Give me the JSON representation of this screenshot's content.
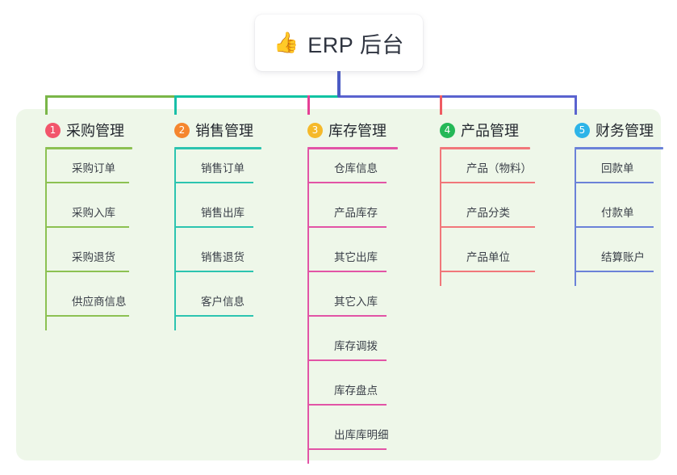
{
  "root": {
    "icon": "thumbs-up-emoji",
    "emoji": "👍",
    "title": "ERP 后台"
  },
  "panel": {
    "background": "#eef7e9"
  },
  "colors": {
    "root_stem": "#4b5bc4",
    "bus_left": "#7ab648",
    "bus_mid": "#10c3a3",
    "bus_right": "#5a63cf"
  },
  "columns": [
    {
      "number": "1",
      "title": "采购管理",
      "badge_color": "#f2556b",
      "line_color": "#8cc152",
      "drop_color": "#7ab648",
      "items": [
        "采购订单",
        "采购入库",
        "采购退货",
        "供应商信息"
      ]
    },
    {
      "number": "2",
      "title": "销售管理",
      "badge_color": "#f5862e",
      "line_color": "#2cc4b0",
      "drop_color": "#18bfa8",
      "items": [
        "销售订单",
        "销售出库",
        "销售退货",
        "客户信息"
      ]
    },
    {
      "number": "3",
      "title": "库存管理",
      "badge_color": "#f5b92a",
      "line_color": "#e254a6",
      "drop_color": "#e63f96",
      "items": [
        "仓库信息",
        "产品库存",
        "其它出库",
        "其它入库",
        "库存调拨",
        "库存盘点",
        "出库库明细"
      ]
    },
    {
      "number": "4",
      "title": "产品管理",
      "badge_color": "#24b857",
      "line_color": "#f1777a",
      "drop_color": "#ef5b62",
      "items": [
        "产品（物料）",
        "产品分类",
        "产品单位"
      ]
    },
    {
      "number": "5",
      "title": "财务管理",
      "badge_color": "#2db4e8",
      "line_color": "#6b82d8",
      "drop_color": "#5a63cf",
      "items": [
        "回款单",
        "付款单",
        "结算账户"
      ]
    }
  ]
}
